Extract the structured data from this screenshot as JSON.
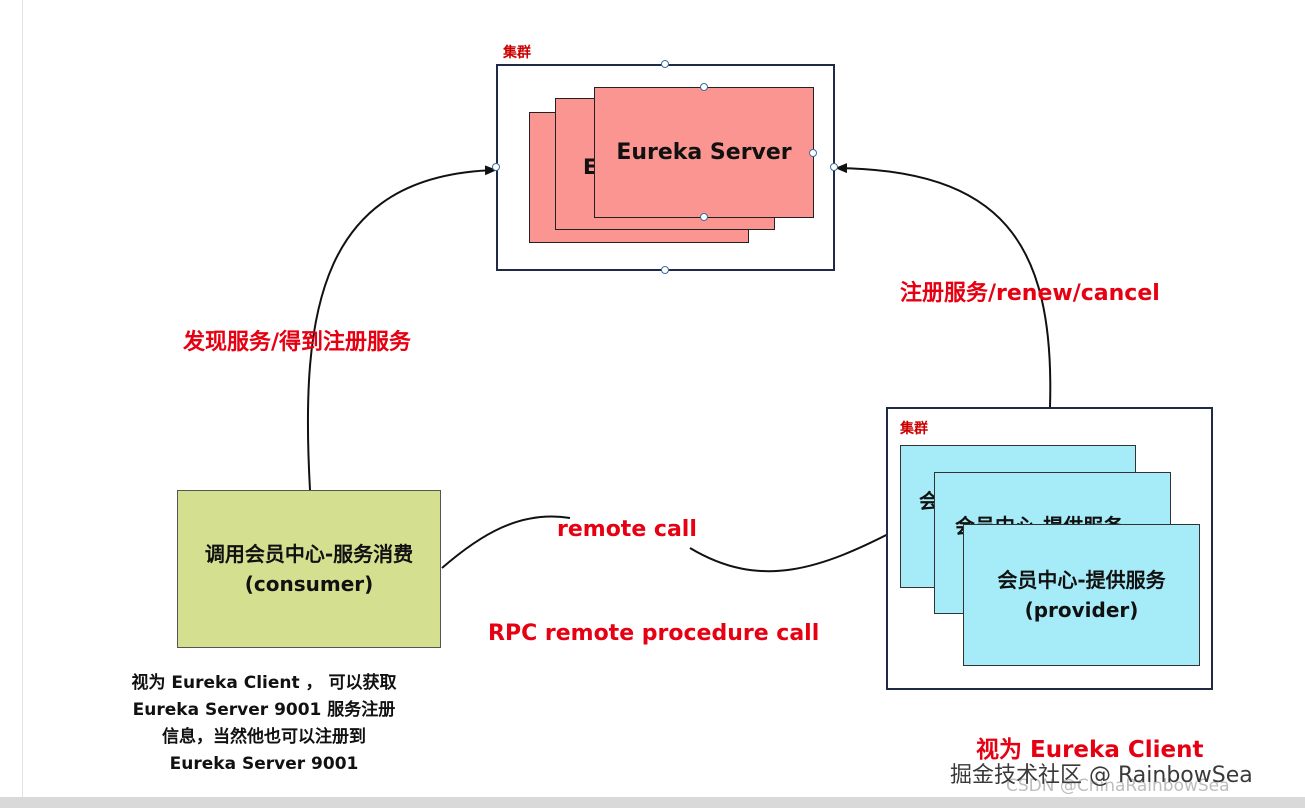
{
  "cluster_label": "集群",
  "server": {
    "name": "Eureka Server",
    "clipped_text": "E"
  },
  "providers": {
    "back_text_1": "会",
    "back_text_2": "会员中心-提供服务",
    "front_line1": "会员中心-提供服务",
    "front_line2": "(provider)"
  },
  "consumer": {
    "line1": "调用会员中心-服务消费",
    "line2": "(consumer)"
  },
  "edges": {
    "discover": "发现服务/得到注册服务",
    "register": "注册服务/renew/cancel",
    "remote_call": "remote call",
    "rpc": "RPC remote procedure call"
  },
  "consumer_note": [
    "视为 Eureka Client ， 可以获取",
    "Eureka Server 9001 服务注册",
    "信息，当然他也可以注册到",
    "Eureka Server 9001"
  ],
  "provider_note": "视为 Eureka Client",
  "watermark": "掘金技术社区 @ RainbowSea",
  "watermark_csdn": "CSDN @ChinaRainbowSea",
  "colors": {
    "label_red": "#e60012",
    "server_fill": "#fa9591",
    "provider_fill": "#a6ebf8",
    "consumer_fill": "#d4e08f"
  }
}
